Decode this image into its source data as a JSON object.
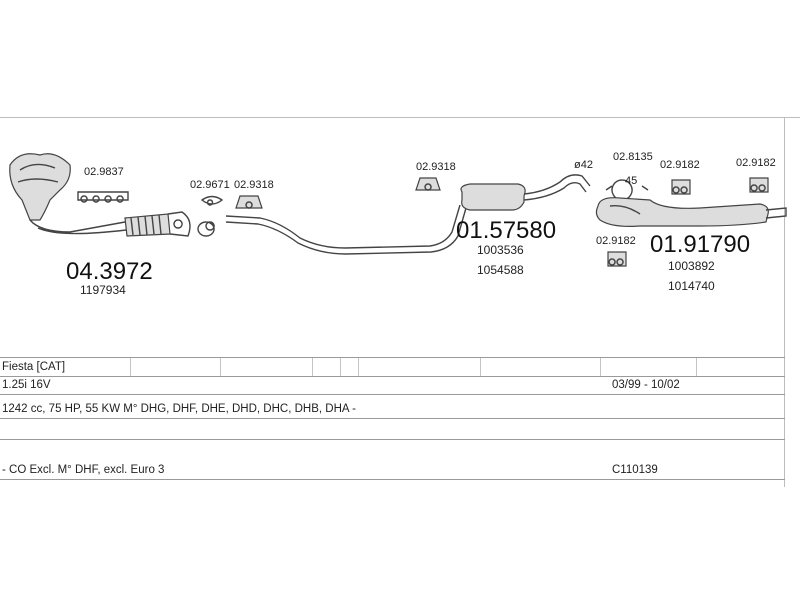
{
  "parts": {
    "manifold": {
      "code": "04.3972",
      "ref1": "1197934"
    },
    "gasket_manifold": {
      "code": "02.9837"
    },
    "gasket_front": {
      "code": "02.9671"
    },
    "hanger_front": {
      "code": "02.9318"
    },
    "hanger_mid": {
      "code": "02.9318"
    },
    "middle_silencer": {
      "code": "01.57580",
      "ref1": "1003536",
      "ref2": "1054588"
    },
    "diameter": {
      "label": "ø42"
    },
    "clamp": {
      "code": "02.8135",
      "size": "45"
    },
    "rubber_1": {
      "code": "02.9182"
    },
    "rubber_2": {
      "code": "02.9182"
    },
    "rubber_3": {
      "code": "02.9182"
    },
    "rear_silencer": {
      "code": "01.91790",
      "ref1": "1003892",
      "ref2": "1014740"
    }
  },
  "table": {
    "model": "Fiesta  [CAT]",
    "engine": "1.25i 16V",
    "years": "03/99 - 10/02",
    "spec": "1242 cc, 75 HP, 55 KW  M° DHG, DHF, DHE, DHD, DHC, DHB, DHA -",
    "note": "- CO Excl. M° DHF, excl. Euro 3",
    "catalog": "C110139"
  }
}
